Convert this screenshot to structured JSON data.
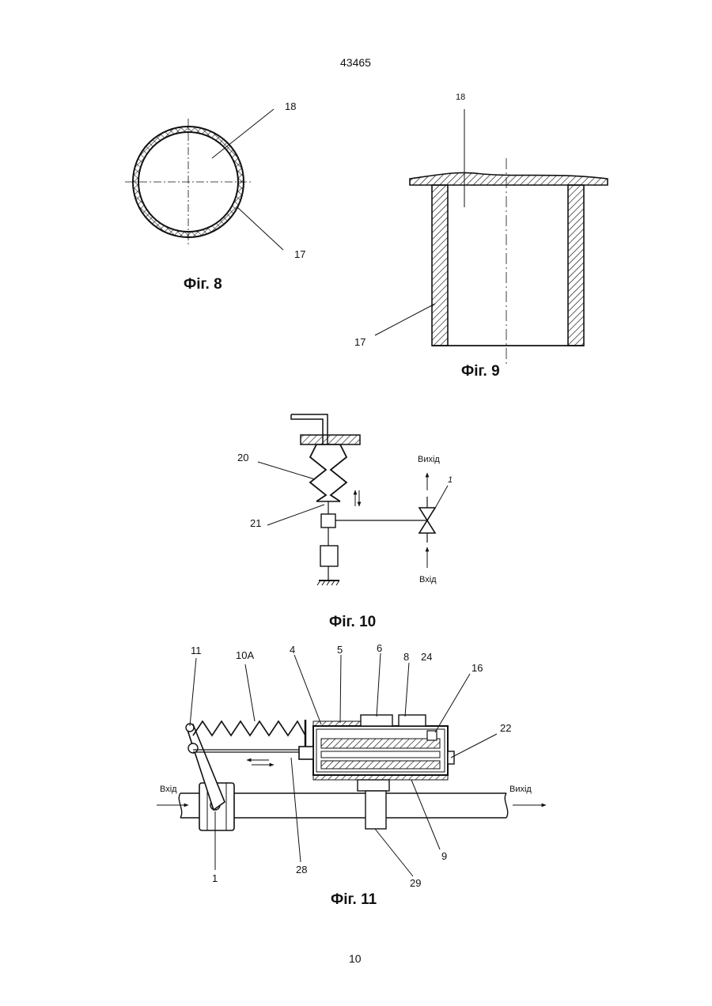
{
  "header": {
    "doc_number": "43465"
  },
  "footer": {
    "page_number": "10"
  },
  "fig8": {
    "caption": "Фіг. 8",
    "ref_18": "18",
    "ref_17": "17"
  },
  "fig9": {
    "caption": "Фіг. 9",
    "ref_18": "18",
    "ref_17": "17"
  },
  "fig10": {
    "caption": "Фіг. 10",
    "ref_20": "20",
    "ref_21": "21",
    "ref_1": "1",
    "outlet": "Вихід",
    "inlet": "Вхід"
  },
  "fig11": {
    "caption": "Фіг. 11",
    "refs": {
      "r11": "11",
      "r10a": "10A",
      "r4": "4",
      "r5": "5",
      "r6": "6",
      "r8": "8",
      "r24": "24",
      "r16": "16",
      "r22": "22",
      "r9": "9",
      "r29": "29",
      "r28": "28",
      "r1": "1"
    },
    "inlet": "Вхід",
    "outlet": "Вихід"
  }
}
